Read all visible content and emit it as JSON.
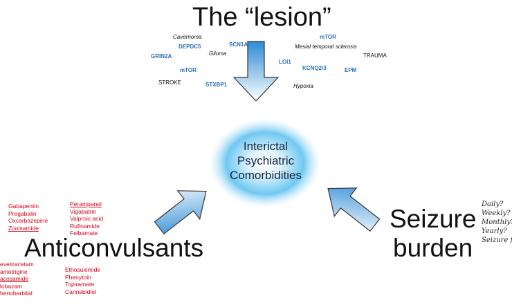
{
  "title": "The “lesion”",
  "center": {
    "line1": "Interictal",
    "line2": "Psychiatric",
    "line3": "Comorbidities"
  },
  "lesion_labels": {
    "cavernoma": "Cavernoma",
    "depdc5": "DEPDC5",
    "scn1a": "SCN1A",
    "grin2a": "GRIN2A",
    "glioma": "Glioma",
    "mtor_left": "mTOR",
    "stroke": "STROKE",
    "stxbp1": "STXBP1",
    "mtor_right": "mTOR",
    "mts": "Mesial temporal sclerosis",
    "trauma": "TRAUMA",
    "lgi1": "LGI1",
    "kcnq": "KCNQ2/3",
    "epm": "EPM",
    "hypoxia": "Hypoxia"
  },
  "anticonvulsants": {
    "label": "Anticonvulsants",
    "col1_top": [
      "Gabapentin",
      "Pregabalin",
      "Oxcarbazepine",
      "Zonisamide"
    ],
    "col2_top": [
      "Perampanel",
      "Vigabatrin",
      "Valproic acid",
      "Rufinamide",
      "Felbamate"
    ],
    "col1_bottom": [
      "evetiracetam",
      "amotrigine",
      "acosamide",
      "lobazam",
      "henobarbital"
    ],
    "col2_bottom": [
      "Ethosuximide",
      "Phenytoin",
      "Topiramate",
      "Cannabidiol"
    ]
  },
  "seizure_burden": {
    "label_line1": "Seizure",
    "label_line2": "burden",
    "frequency": [
      "Daily?",
      "Weekly?",
      "Monthly?",
      "Yearly?",
      "Seizure free"
    ]
  },
  "colors": {
    "arrow_blue": "#2b8bd6",
    "glow_blue": "#4db8f0",
    "gene_blue": "#2a6fb6",
    "drug_red": "#d0021b"
  }
}
